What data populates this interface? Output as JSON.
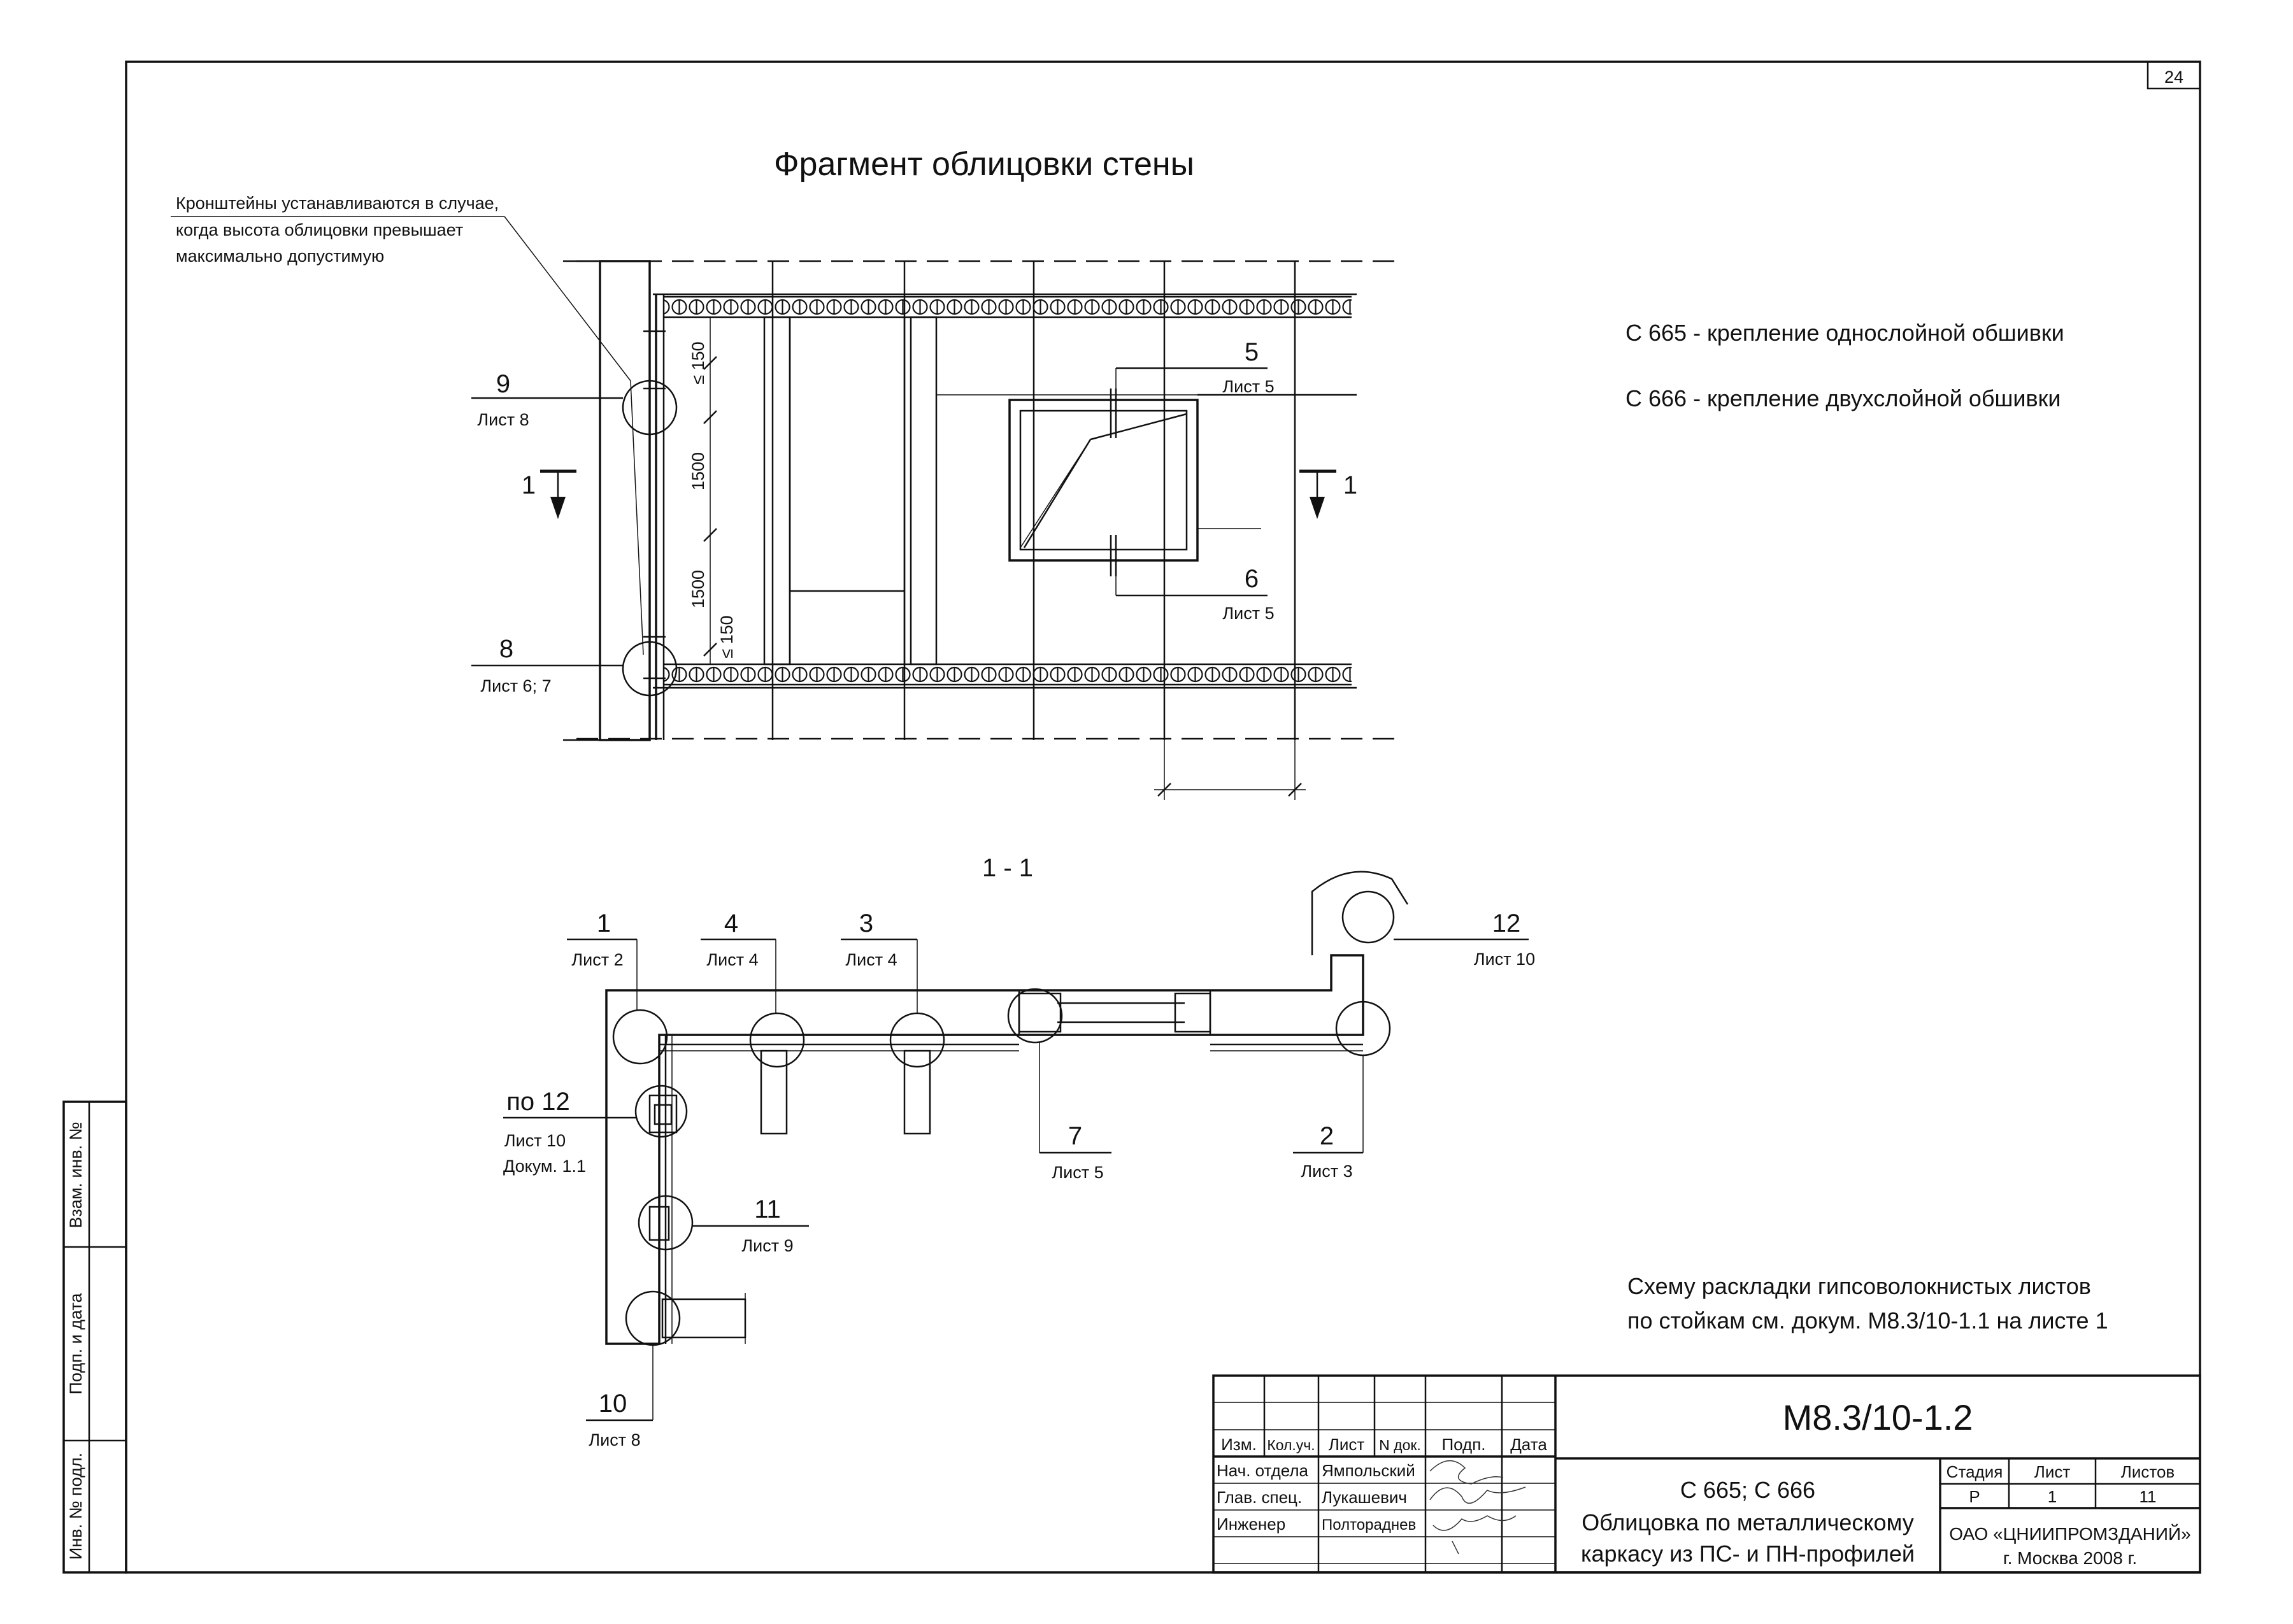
{
  "sheet_number": "24",
  "plan": {
    "title": "Фрагмент облицовки стены",
    "note": [
      "Кронштейны устанавливаются в случае,",
      "когда высота облицовки превышает",
      "максимально допустимую"
    ],
    "dims": {
      "d150_top": "≤ 150",
      "d1500_a": "1500",
      "d1500_b": "1500",
      "d150_bot": "≤ 150"
    },
    "callouts": [
      {
        "num": "9",
        "ref": "Лист 8"
      },
      {
        "num": "8",
        "ref": "Лист 6; 7"
      },
      {
        "num": "5",
        "ref": "Лист 5"
      },
      {
        "num": "6",
        "ref": "Лист 5"
      }
    ],
    "section_mark_left": "1",
    "section_mark_right": "1"
  },
  "legend": [
    "С 665 - крепление однослойной обшивки",
    "С 666 - крепление двухслойной обшивки"
  ],
  "section": {
    "title": "1 - 1",
    "callouts": [
      {
        "num": "1",
        "ref": "Лист 2"
      },
      {
        "num": "4",
        "ref": "Лист 4"
      },
      {
        "num": "3",
        "ref": "Лист 4"
      },
      {
        "num": "12",
        "ref": "Лист 10"
      },
      {
        "num": "по 12",
        "ref": "Лист 10",
        "ref2": "Докум. 1.1"
      },
      {
        "num": "11",
        "ref": "Лист 9"
      },
      {
        "num": "7",
        "ref": "Лист 5"
      },
      {
        "num": "2",
        "ref": "Лист 3"
      },
      {
        "num": "10",
        "ref": "Лист 8"
      }
    ]
  },
  "scheme_note": [
    "Схему раскладки гипсоволокнистых листов",
    "по стойкам см. докум. М8.3/10-1.1 на листе 1"
  ],
  "stamp": {
    "doc_code": "М8.3/10-1.2",
    "headers": {
      "izm": "Изм.",
      "kol": "Кол.уч.",
      "list": "Лист",
      "ndok": "N док.",
      "podp": "Подп.",
      "data": "Дата"
    },
    "people": [
      {
        "role": "Нач. отдела",
        "name": "Ямпольский"
      },
      {
        "role": "Глав. спец.",
        "name": "Лукашевич"
      },
      {
        "role": "Инженер",
        "name": "Полтораднев"
      }
    ],
    "title_lines": [
      "С 665; С 666",
      "Облицовка по металлическому",
      "каркасу из ПС- и ПН-профилей"
    ],
    "stage_header": "Стадия",
    "sheet_header": "Лист",
    "sheets_header": "Листов",
    "stage": "Р",
    "sheet": "1",
    "sheets": "11",
    "org": [
      "ОАО «ЦНИИПРОМЗДАНИЙ»",
      "г. Москва 2008 г."
    ]
  },
  "side_labels": [
    "Взам. инв. №",
    "Подп. и дата",
    "Инв. № подл."
  ]
}
